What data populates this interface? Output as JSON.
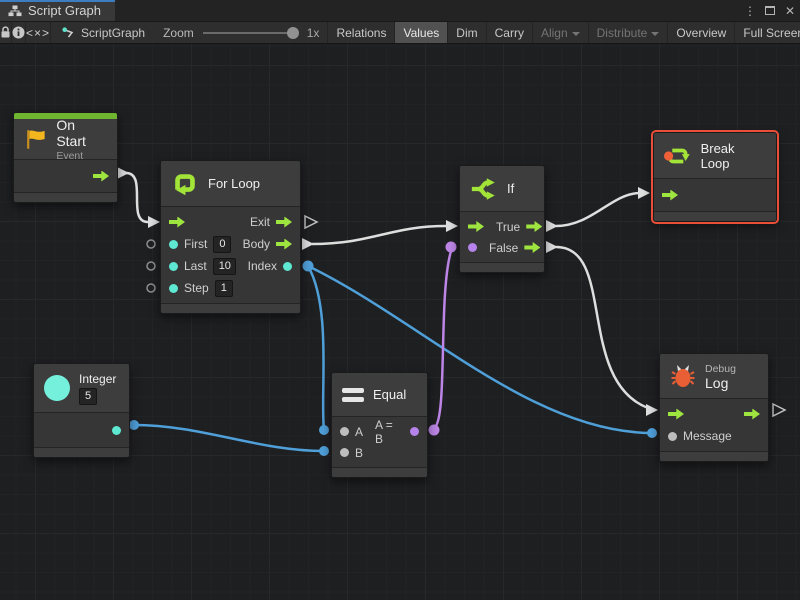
{
  "window": {
    "tab_title": "Script Graph",
    "menu_glyph": "⋮",
    "close_glyph": "✕"
  },
  "toolbar": {
    "code_glyph": "<×>",
    "graph_name": "ScriptGraph",
    "zoom_label": "Zoom",
    "zoom_value": "1x",
    "buttons": {
      "relations": "Relations",
      "values": "Values",
      "dim": "Dim",
      "carry": "Carry",
      "align": "Align",
      "distribute": "Distribute",
      "overview": "Overview",
      "fullscreen": "Full Screen"
    }
  },
  "nodes": {
    "on_start": {
      "title": "On Start",
      "subtitle": "Event"
    },
    "for_loop": {
      "title": "For Loop",
      "exit_label": "Exit",
      "first_label": "First",
      "first_value": "0",
      "body_label": "Body",
      "last_label": "Last",
      "last_value": "10",
      "index_label": "Index",
      "step_label": "Step",
      "step_value": "1"
    },
    "if": {
      "title": "If",
      "true_label": "True",
      "false_label": "False"
    },
    "break_loop": {
      "title": "Break Loop"
    },
    "integer": {
      "title": "Integer",
      "value": "5"
    },
    "equal": {
      "title": "Equal",
      "a_label": "A",
      "b_label": "B",
      "result_label": "A = B"
    },
    "debug_log": {
      "category": "Debug",
      "title": "Log",
      "message_label": "Message"
    }
  },
  "icons": {
    "tab": "hierarchy-icon",
    "lock": "lock-icon",
    "info": "info-icon",
    "code": "code-brackets-icon",
    "graph": "script-graph-icon",
    "on_start": "flag-icon",
    "for_loop": "loop-icon",
    "if": "branch-icon",
    "break_loop": "break-loop-icon",
    "integer": "integer-circle-icon",
    "equal": "equals-icon",
    "debug_log": "bug-icon"
  },
  "colors": {
    "flow_green": "#9fe53f",
    "value_teal": "#5ee8d2",
    "bool_purple": "#b583ea",
    "wire_blue": "#4f9fd8",
    "wire_white": "#dedede",
    "selection_red": "#e94f38",
    "tab_accent_blue": "#3e7cc0"
  },
  "connections": [
    {
      "from": "on-start.trigger",
      "to": "for-loop.enter"
    },
    {
      "from": "for-loop.body",
      "to": "if.enter"
    },
    {
      "from": "for-loop.index",
      "to": "equal.a"
    },
    {
      "from": "for-loop.index",
      "to": "debug-log.message"
    },
    {
      "from": "integer.output",
      "to": "equal.b"
    },
    {
      "from": "equal.result",
      "to": "if.condition"
    },
    {
      "from": "if.true",
      "to": "break-loop.enter"
    },
    {
      "from": "if.false",
      "to": "debug-log.enter"
    }
  ]
}
